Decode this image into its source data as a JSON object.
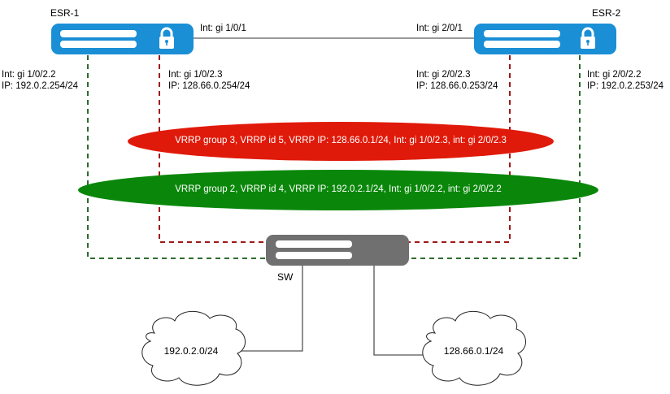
{
  "devices": {
    "esr1": {
      "name": "ESR-1",
      "color": "#1a8fd6"
    },
    "esr2": {
      "name": "ESR-2",
      "color": "#1a8fd6"
    },
    "sw": {
      "name": "SW",
      "color": "#707070"
    }
  },
  "links": {
    "esr1_uplink": "Int: gi 1/0/1",
    "esr2_uplink": "Int: gi 2/0/1",
    "esr1_green": {
      "int": "Int: gi 1/0/2.2",
      "ip": "IP: 192.0.2.254/24"
    },
    "esr1_red": {
      "int": "Int: gi 1/0/2.3",
      "ip": "IP: 128.66.0.254/24"
    },
    "esr2_red": {
      "int": "Int: gi 2/0/2.3",
      "ip": "IP: 128.66.0.253/24"
    },
    "esr2_green": {
      "int": "Int: gi 2/0/2.2",
      "ip": "IP: 192.0.2.253/24"
    }
  },
  "vrrp": {
    "red": {
      "text": "VRRP group 3, VRRP id 5, VRRP IP: 128.66.0.1/24, Int: gi 1/0/2.3, int: gi 2/0/2.3",
      "color": "#e01a0a"
    },
    "green": {
      "text": "VRRP group 2, VRRP id 4, VRRP IP: 192.0.2.1/24, Int: gi 1/0/2.2, int: gi 2/0/2.2",
      "color": "#0a870a"
    }
  },
  "networks": {
    "left": "192.0.2.0/24",
    "right": "128.66.0.1/24"
  },
  "line_colors": {
    "green_dash": "#2e6b2e",
    "red_dash": "#a01818",
    "solid": "#555555"
  }
}
